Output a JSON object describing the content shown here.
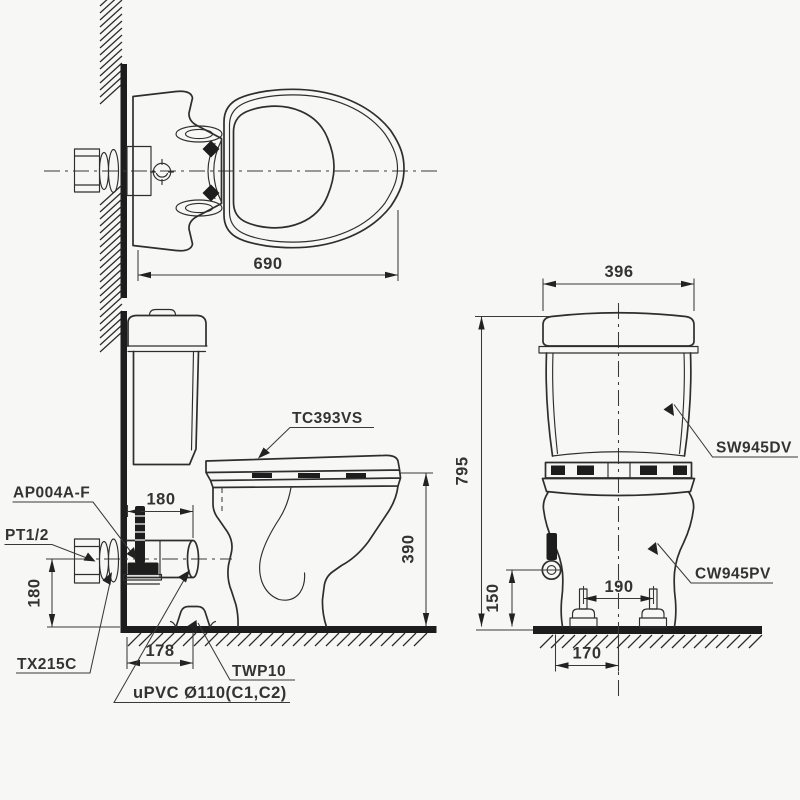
{
  "theme": {
    "ink": "#2e2e2e",
    "dark": "#1d1d1d",
    "bg": "#f7f7f5"
  },
  "views": {
    "top": {
      "dim_overall_depth_mm": "690"
    },
    "side": {
      "dim_inlet_setback_mm": "180",
      "dim_outlet_height_mm": "180",
      "dim_rim_height_mm": "390",
      "dim_outlet_setback_mm": "178",
      "label_seat_model": "TC393VS",
      "label_inlet_fitting": "AP004A-F",
      "label_supply_thread": "PT1/2",
      "label_stop_valve": "TX215C",
      "label_floor_flange": "TWP10",
      "label_drain_pipe": "uPVC Ø110(C1,C2)"
    },
    "front": {
      "dim_tank_width_mm": "396",
      "dim_total_height_mm": "795",
      "dim_inlet_height_mm": "150",
      "dim_bolt_spacing_mm": "190",
      "dim_inlet_offset_mm": "170",
      "label_cistern_model": "SW945DV",
      "label_bowl_model": "CW945PV"
    }
  }
}
